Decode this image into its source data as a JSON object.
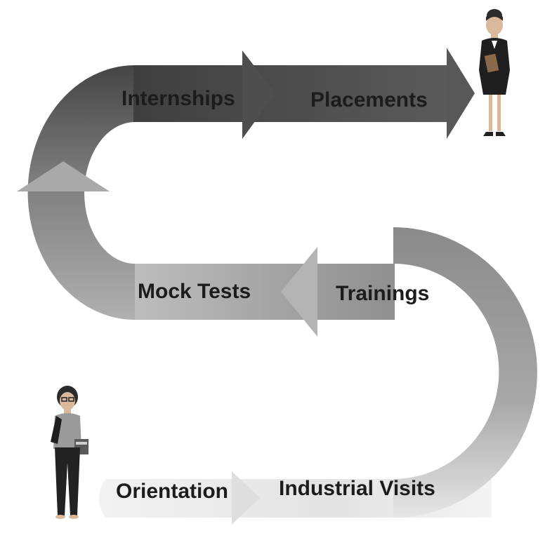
{
  "stages": [
    {
      "label": "Orientation"
    },
    {
      "label": "Industrial Visits"
    },
    {
      "label": "Trainings"
    },
    {
      "label": "Mock Tests"
    },
    {
      "label": "Internships"
    },
    {
      "label": "Placements"
    }
  ],
  "figures": {
    "start_figure": "student-girl-with-books",
    "end_figure": "professional-woman-with-folder"
  },
  "colors": {
    "path_dark": "#4a4a4a",
    "path_mid": "#8a8a8a",
    "path_light": "#bdbdbd",
    "path_faint": "#e2e2e2",
    "label_text": "#1c1c1c"
  }
}
